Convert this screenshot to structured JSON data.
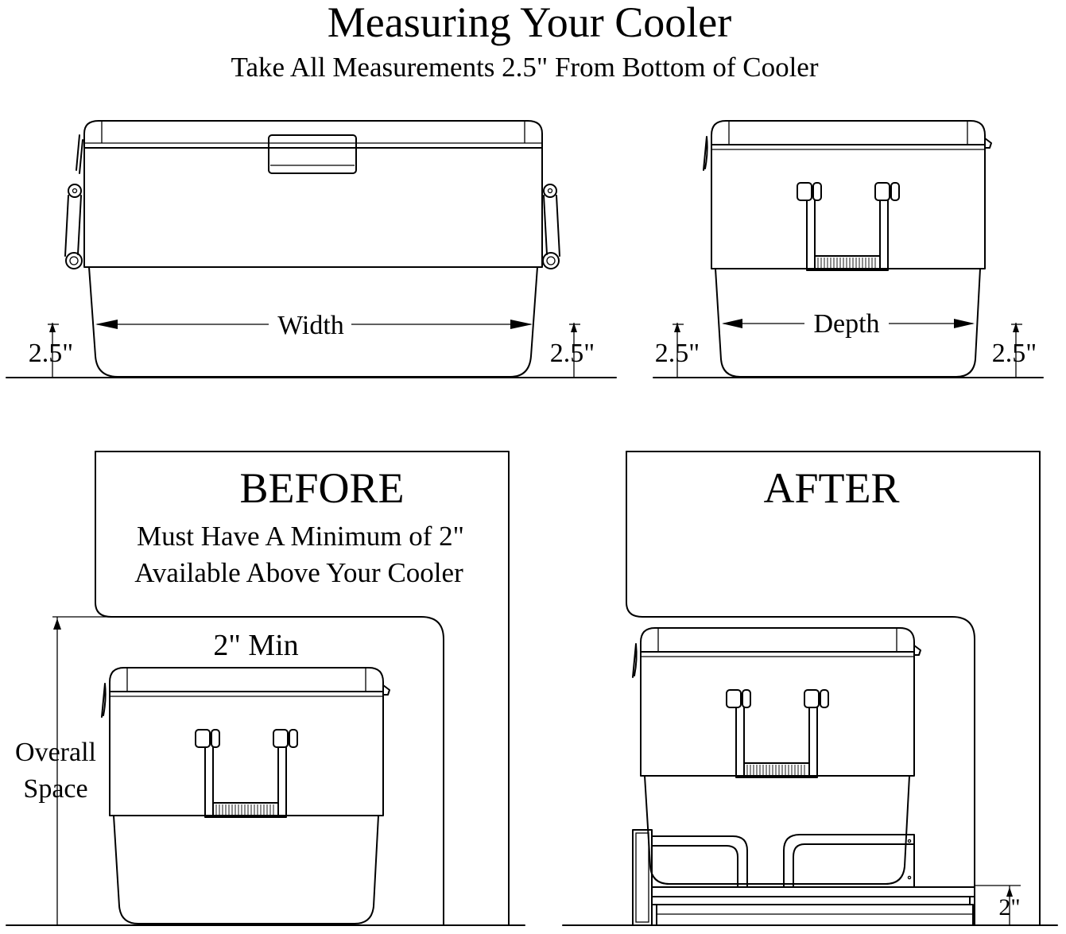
{
  "header": {
    "title": "Measuring Your Cooler",
    "subtitle": "Take All Measurements 2.5\" From Bottom of Cooler"
  },
  "front_view": {
    "width_label": "Width",
    "left_height_label": "2.5\"",
    "right_height_label": "2.5\""
  },
  "side_view": {
    "depth_label": "Depth",
    "left_height_label": "2.5\"",
    "right_height_label": "2.5\""
  },
  "before_panel": {
    "title": "BEFORE",
    "note_line1": "Must Have A Minimum of 2\"",
    "note_line2": "Available Above Your Cooler",
    "clearance_label": "2\" Min",
    "overall_label_line1": "Overall",
    "overall_label_line2": "Space"
  },
  "after_panel": {
    "title": "AFTER",
    "rise_label": "2\""
  },
  "colors": {
    "line": "#000000",
    "background": "#ffffff"
  }
}
